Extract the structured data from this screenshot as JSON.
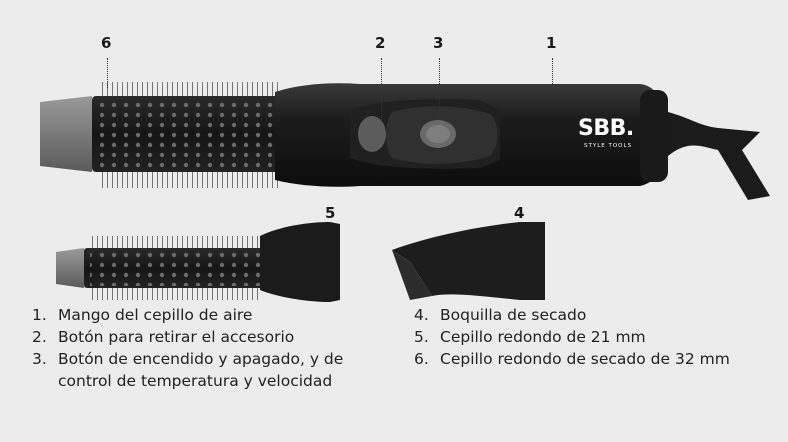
{
  "callouts": [
    "6",
    "2",
    "3",
    "1",
    "5",
    "4"
  ],
  "brand": {
    "name": "SBB.",
    "tagline": "STYLE TOOLS"
  },
  "legend_left": [
    {
      "num": "1.",
      "text": "Mango del cepillo de aire"
    },
    {
      "num": "2.",
      "text": "Botón para retirar el accesorio"
    },
    {
      "num": "3.",
      "text": "Botón de encendido y apagado, y de"
    },
    {
      "num": "",
      "text": "control de temperatura y velocidad"
    }
  ],
  "legend_right": [
    {
      "num": "4.",
      "text": "Boquilla de secado"
    },
    {
      "num": "5.",
      "text": "Cepillo redondo de 21 mm"
    },
    {
      "num": "6.",
      "text": "Cepillo redondo de secado de 32 mm"
    }
  ]
}
